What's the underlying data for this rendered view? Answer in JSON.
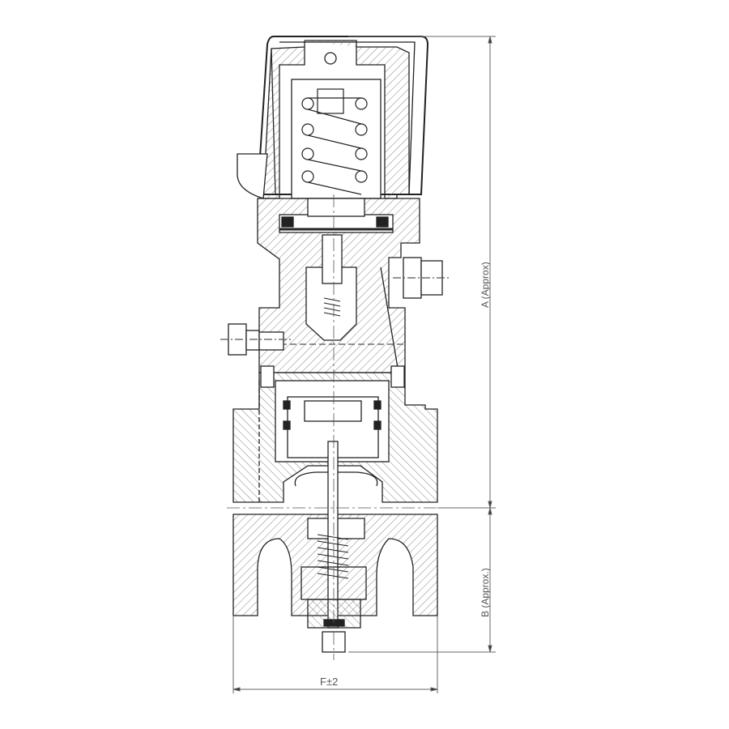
{
  "drawing": {
    "dimensions": {
      "a_label": "A (Approx)",
      "b_label": "B (Approx.)",
      "f_label": "F±2"
    },
    "colors": {
      "line": "#222222",
      "dim": "#666666",
      "hatch": "#555555"
    }
  }
}
